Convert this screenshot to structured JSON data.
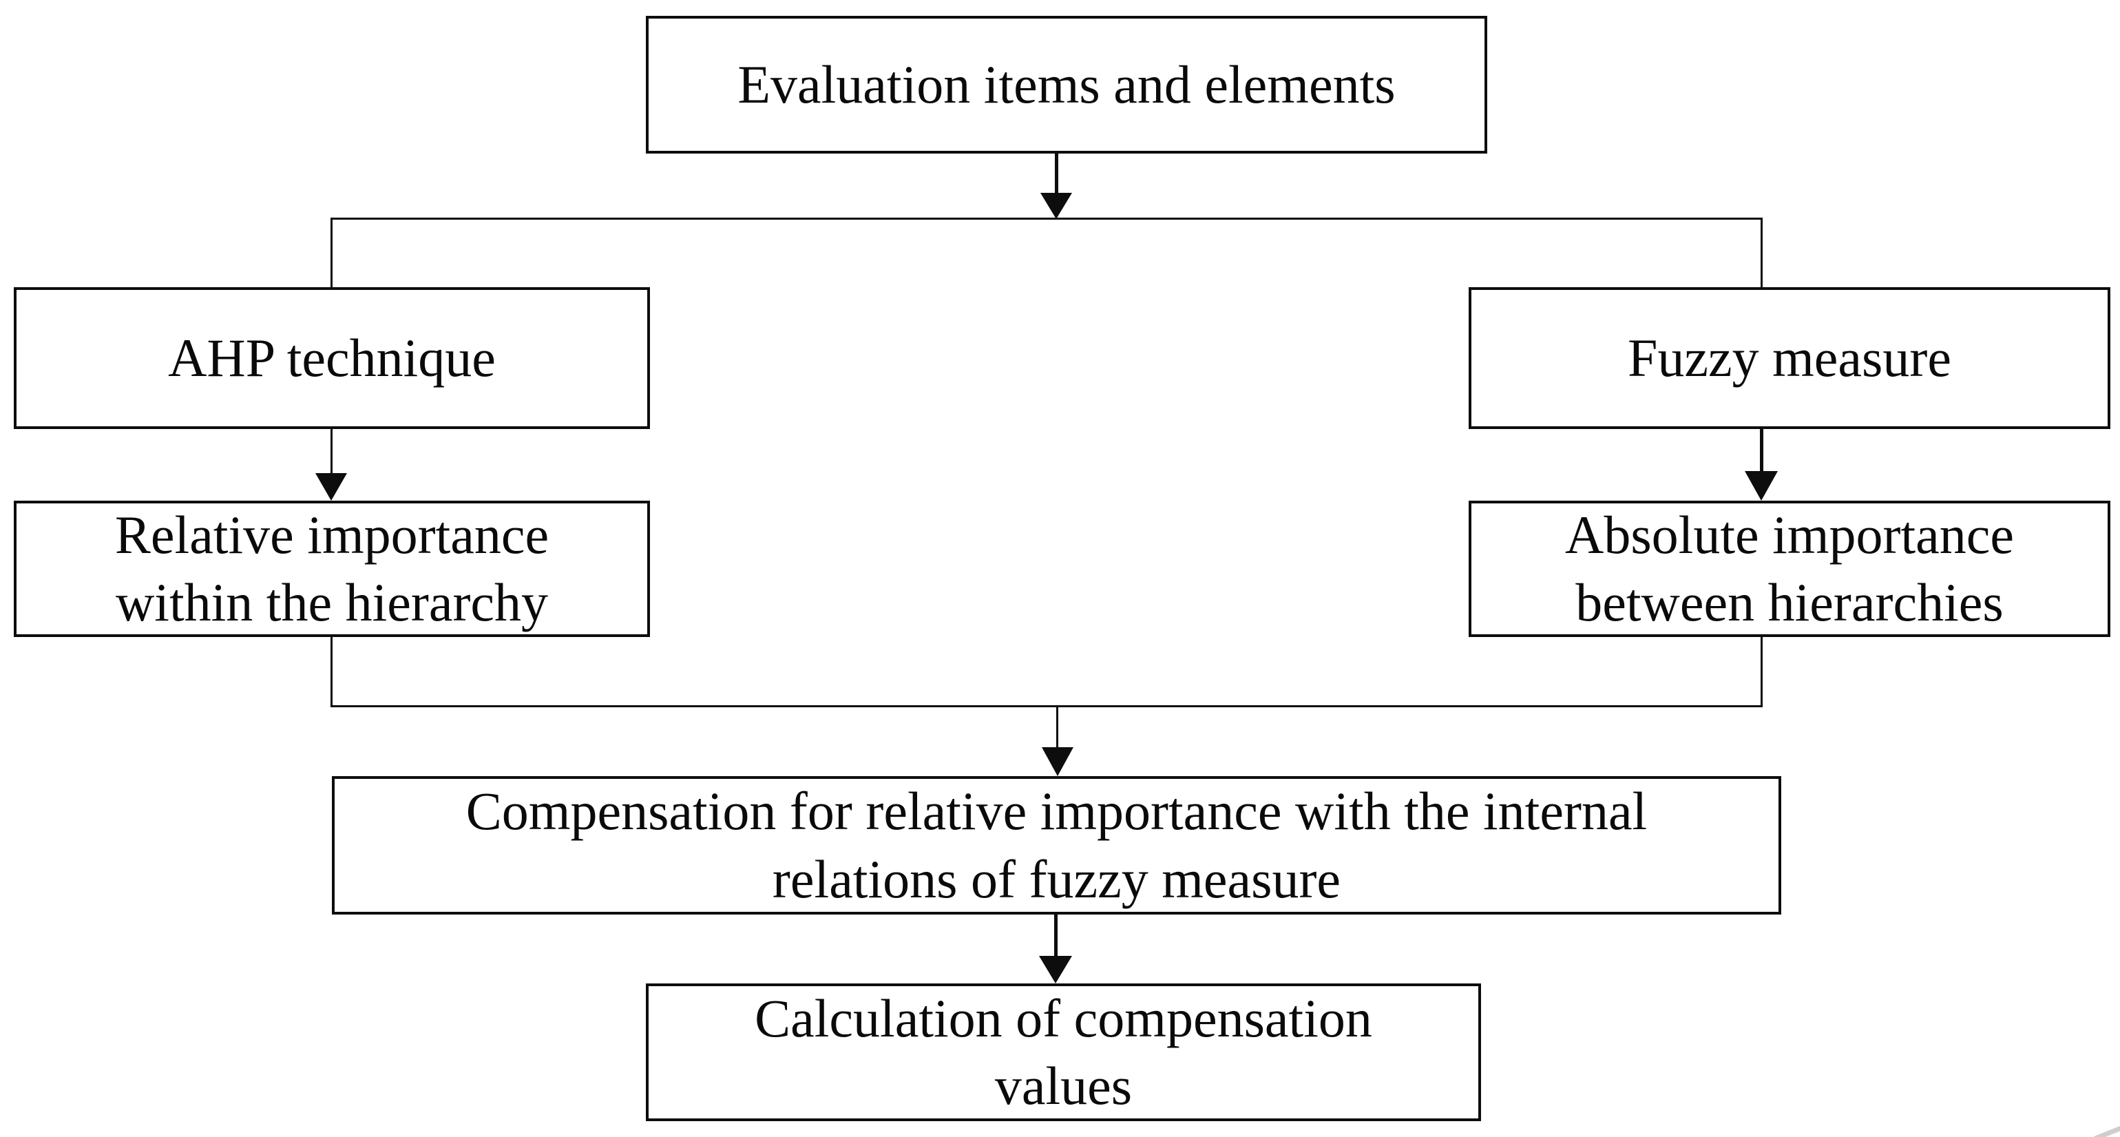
{
  "diagram": {
    "title": "AHP and fuzzy measure compensation flowchart",
    "colors": {
      "background": "#ffffff",
      "line": "#0d0d0d",
      "text": "#0a0a0a"
    },
    "nodes": {
      "evaluation": {
        "label": "Evaluation items and elements"
      },
      "ahp": {
        "label": "AHP technique"
      },
      "fuzzy": {
        "label": "Fuzzy measure"
      },
      "relative": {
        "label": "Relative importance within the hierarchy"
      },
      "absolute": {
        "label": "Absolute importance between hierarchies"
      },
      "compensation": {
        "label": "Compensation for relative importance with the internal relations of fuzzy measure"
      },
      "calculation": {
        "label": "Calculation of compensation values"
      }
    },
    "edges": [
      {
        "from": "evaluation",
        "to": "ahp",
        "type": "arrow-split"
      },
      {
        "from": "evaluation",
        "to": "fuzzy",
        "type": "arrow-split"
      },
      {
        "from": "ahp",
        "to": "relative",
        "type": "arrow"
      },
      {
        "from": "fuzzy",
        "to": "absolute",
        "type": "arrow"
      },
      {
        "from": "relative",
        "to": "compensation",
        "type": "merge-arrow"
      },
      {
        "from": "absolute",
        "to": "compensation",
        "type": "merge-arrow"
      },
      {
        "from": "compensation",
        "to": "calculation",
        "type": "arrow"
      }
    ]
  }
}
